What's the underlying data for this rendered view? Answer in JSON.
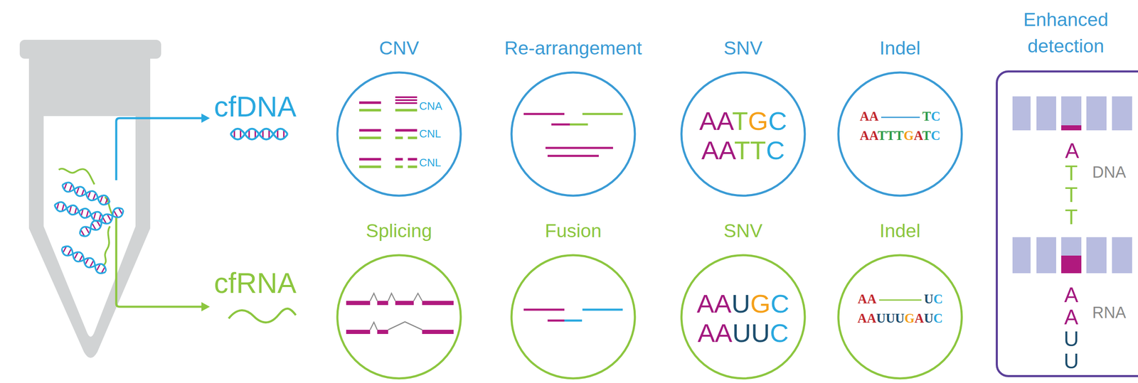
{
  "diagram": {
    "nodes": [
      {
        "text": [
          "CNV",
          "CNA",
          "CNL",
          "CNL"
        ]
      },
      {
        "text": [
          "Re-arrangement"
        ]
      },
      {
        "text": [
          "SNV",
          "AATGC",
          "AATTC"
        ]
      },
      {
        "text": [
          "Indel",
          "AA",
          "TC",
          "AATTTGATC"
        ]
      },
      {
        "text": [
          "Enhanced detection",
          "ATTT",
          "DNA",
          "AAUU",
          "RNA"
        ]
      },
      {
        "text": [
          "Splicing"
        ]
      },
      {
        "text": [
          "Fusion"
        ]
      },
      {
        "text": [
          "SNV",
          "AAUGC",
          "AAUUC"
        ]
      },
      {
        "text": [
          "Indel",
          "AA",
          "UC",
          "AAUUUGAUC"
        ]
      }
    ],
    "labels": [
      "cfDNA",
      "cfRNA"
    ]
  }
}
